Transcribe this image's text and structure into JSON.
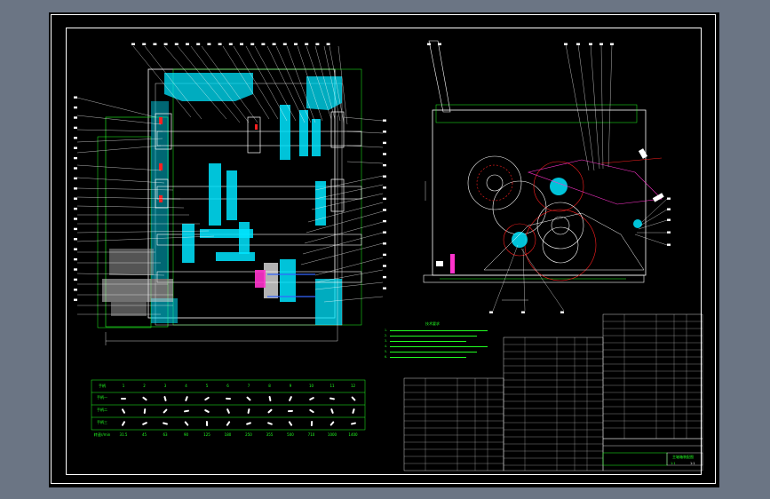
{
  "tech_notes": {
    "title": "技术要求",
    "lines": [
      "1.",
      "2.",
      "3.",
      "4.",
      "5.",
      "6."
    ]
  },
  "speed_table": {
    "columns": [
      "1",
      "2",
      "3",
      "4",
      "5",
      "6",
      "7",
      "8",
      "9",
      "10",
      "11",
      "12"
    ],
    "row_labels": [
      "手柄一",
      "手柄二",
      "手柄三",
      "转速r/min"
    ],
    "row_header": "手柄",
    "speeds": [
      "31.5",
      "45",
      "63",
      "90",
      "125",
      "180",
      "250",
      "355",
      "500",
      "710",
      "1000",
      "1400"
    ]
  },
  "title_block": {
    "drawing_title": "主轴箱装配图",
    "scale": "1:1",
    "sheet": "1:1"
  },
  "colors": {
    "background": "#000000",
    "outline": "#ffffff",
    "dimension": "#22ff22",
    "hatch": "#00e5ff",
    "accent_red": "#ff2020",
    "accent_magenta": "#ff33cc",
    "accent_blue": "#3366ff",
    "frame_outer": "#6b7584"
  }
}
